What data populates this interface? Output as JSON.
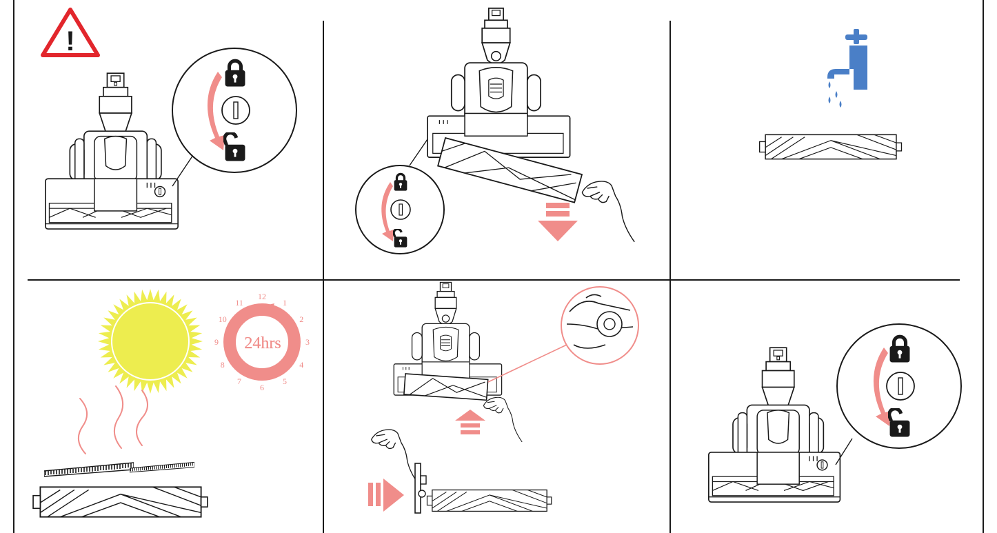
{
  "colors": {
    "line": "#1a1a1a",
    "accent_pink": "#f08d8a",
    "warning_red": "#e2262c",
    "water_blue": "#4a7fc7",
    "sun_yellow": "#eded4f"
  },
  "panels": [
    {
      "id": "unlock-brush",
      "icons": [
        "warning-icon",
        "lock-icon",
        "unlock-icon",
        "rotate-arrow-icon"
      ]
    },
    {
      "id": "remove-brush",
      "icons": [
        "lock-icon",
        "unlock-icon",
        "rotate-arrow-icon",
        "down-arrow-icon",
        "hand-icon"
      ]
    },
    {
      "id": "rinse-brush",
      "icons": [
        "water-tap-icon"
      ]
    },
    {
      "id": "dry-brush",
      "icons": [
        "sun-icon",
        "clock-icon",
        "heat-waves-icon"
      ]
    },
    {
      "id": "reinsert-brush",
      "icons": [
        "up-arrow-icon",
        "right-arrow-icon",
        "hand-icon"
      ]
    },
    {
      "id": "lock-brush",
      "icons": [
        "lock-icon",
        "unlock-icon",
        "rotate-arrow-icon"
      ]
    }
  ],
  "warning": {
    "symbol": "!"
  },
  "clock": {
    "center_text": "24hrs",
    "numbers": [
      "12",
      "1",
      "2",
      "3",
      "4",
      "5",
      "6",
      "7",
      "8",
      "9",
      "10",
      "11"
    ]
  }
}
